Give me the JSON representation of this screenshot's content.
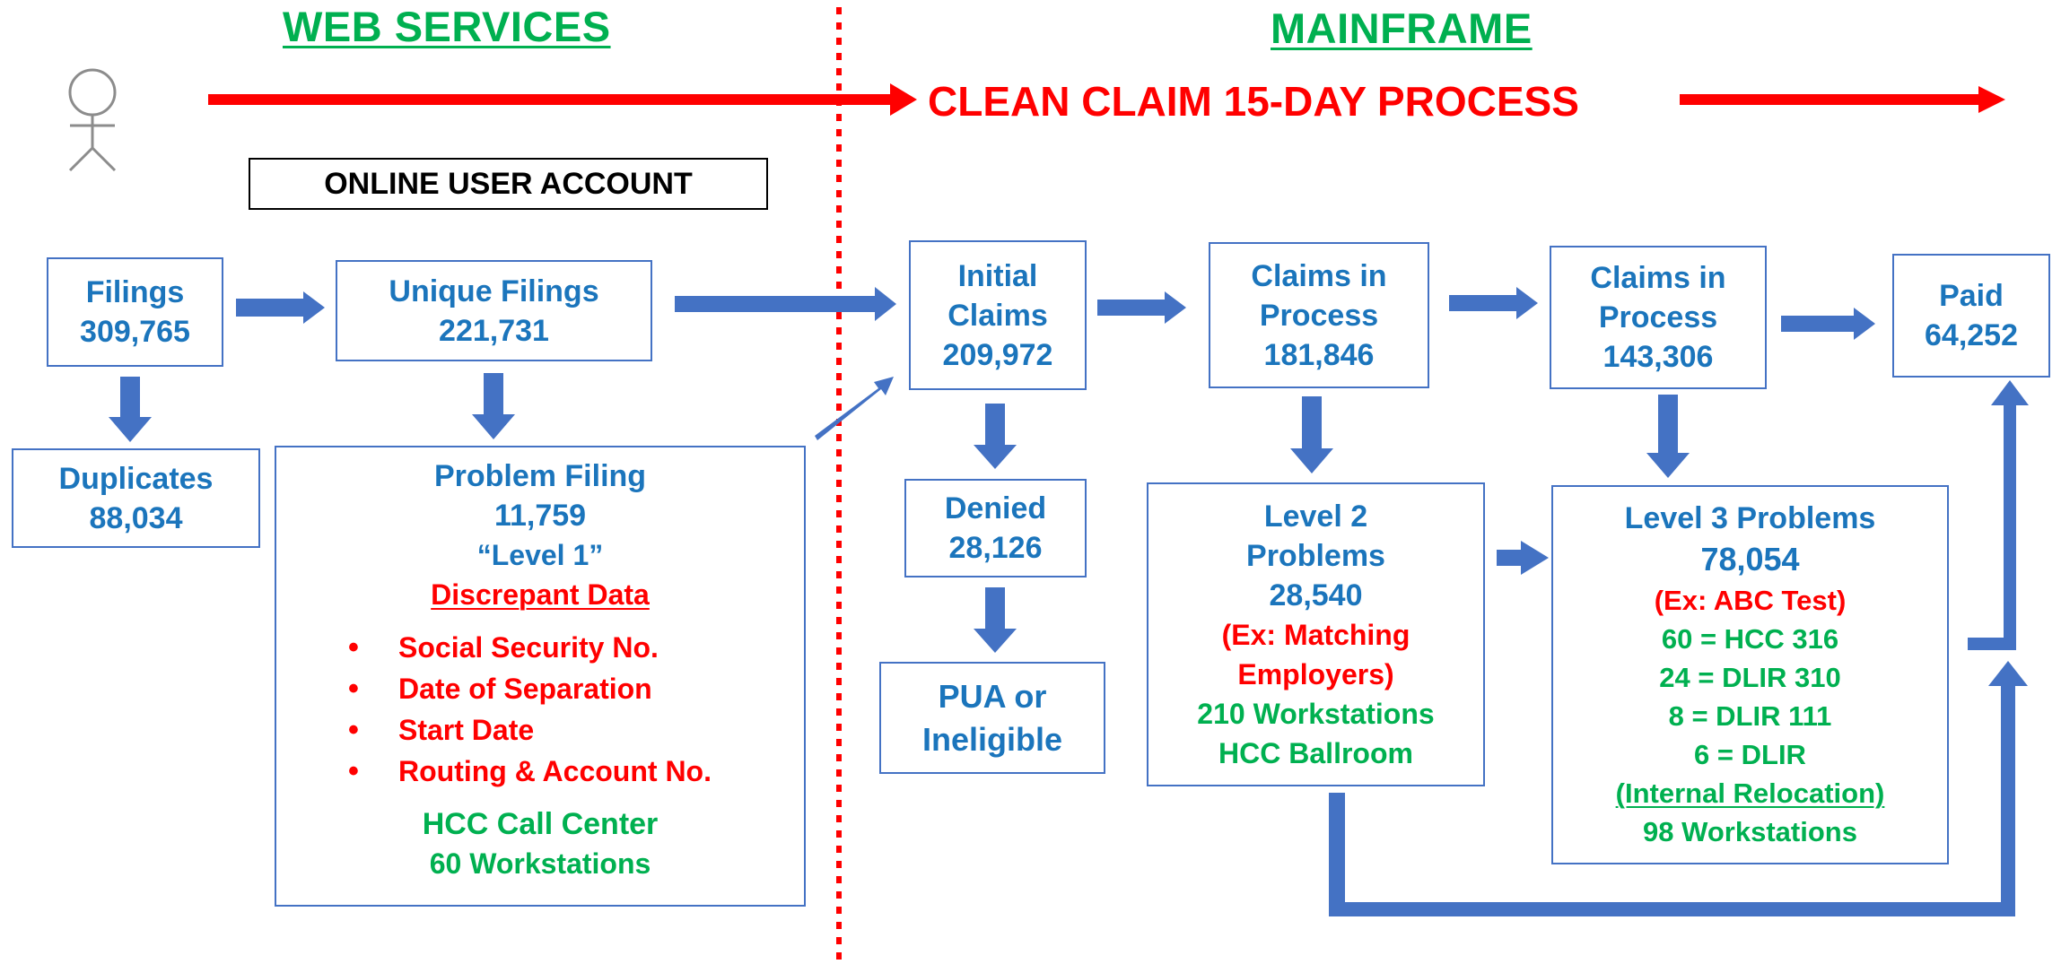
{
  "sections": {
    "left_title": "WEB SERVICES",
    "right_title": "MAINFRAME"
  },
  "banner": {
    "text": "CLEAN CLAIM 15-DAY PROCESS"
  },
  "online_user_account": "ONLINE USER ACCOUNT",
  "nodes": {
    "filings": {
      "label": "Filings",
      "value": "309,765"
    },
    "unique_filings": {
      "label": "Unique Filings",
      "value": "221,731"
    },
    "duplicates": {
      "label": "Duplicates",
      "value": "88,034"
    },
    "problem_filing": {
      "label": "Problem Filing",
      "value": "11,759",
      "level": "“Level 1”",
      "subtitle": "Discrepant Data",
      "bullets": [
        "Social Security No.",
        "Date of Separation",
        "Start Date",
        "Routing & Account No."
      ],
      "center": "HCC Call Center",
      "workstations": "60 Workstations"
    },
    "initial_claims": {
      "label_1": "Initial",
      "label_2": "Claims",
      "value": "209,972"
    },
    "denied": {
      "label": "Denied",
      "value": "28,126"
    },
    "pua": {
      "label_1": "PUA or",
      "label_2": "Ineligible"
    },
    "claims_process_1": {
      "label_1": "Claims in",
      "label_2": "Process",
      "value": "181,846"
    },
    "level2": {
      "label_1": "Level 2",
      "label_2": "Problems",
      "value": "28,540",
      "example_1": "(Ex: Matching",
      "example_2": "Employers)",
      "workstations": "210 Workstations",
      "location": "HCC Ballroom"
    },
    "claims_process_2": {
      "label_1": "Claims in",
      "label_2": "Process",
      "value": "143,306"
    },
    "level3": {
      "label": "Level 3 Problems",
      "value": "78,054",
      "example": "(Ex: ABC Test)",
      "lines": [
        "60 = HCC 316",
        "24 = DLIR 310",
        "8 = DLIR 111",
        "6 = DLIR"
      ],
      "relocation": "(Internal Relocation)",
      "workstations": "98 Workstations"
    },
    "paid": {
      "label": "Paid",
      "value": "64,252"
    }
  },
  "colors": {
    "arrow_blue": "#4472C4",
    "text_blue": "#1B75BC",
    "green": "#00B050",
    "red": "#FF0000"
  },
  "icons": [
    "user-stick-figure-icon"
  ]
}
